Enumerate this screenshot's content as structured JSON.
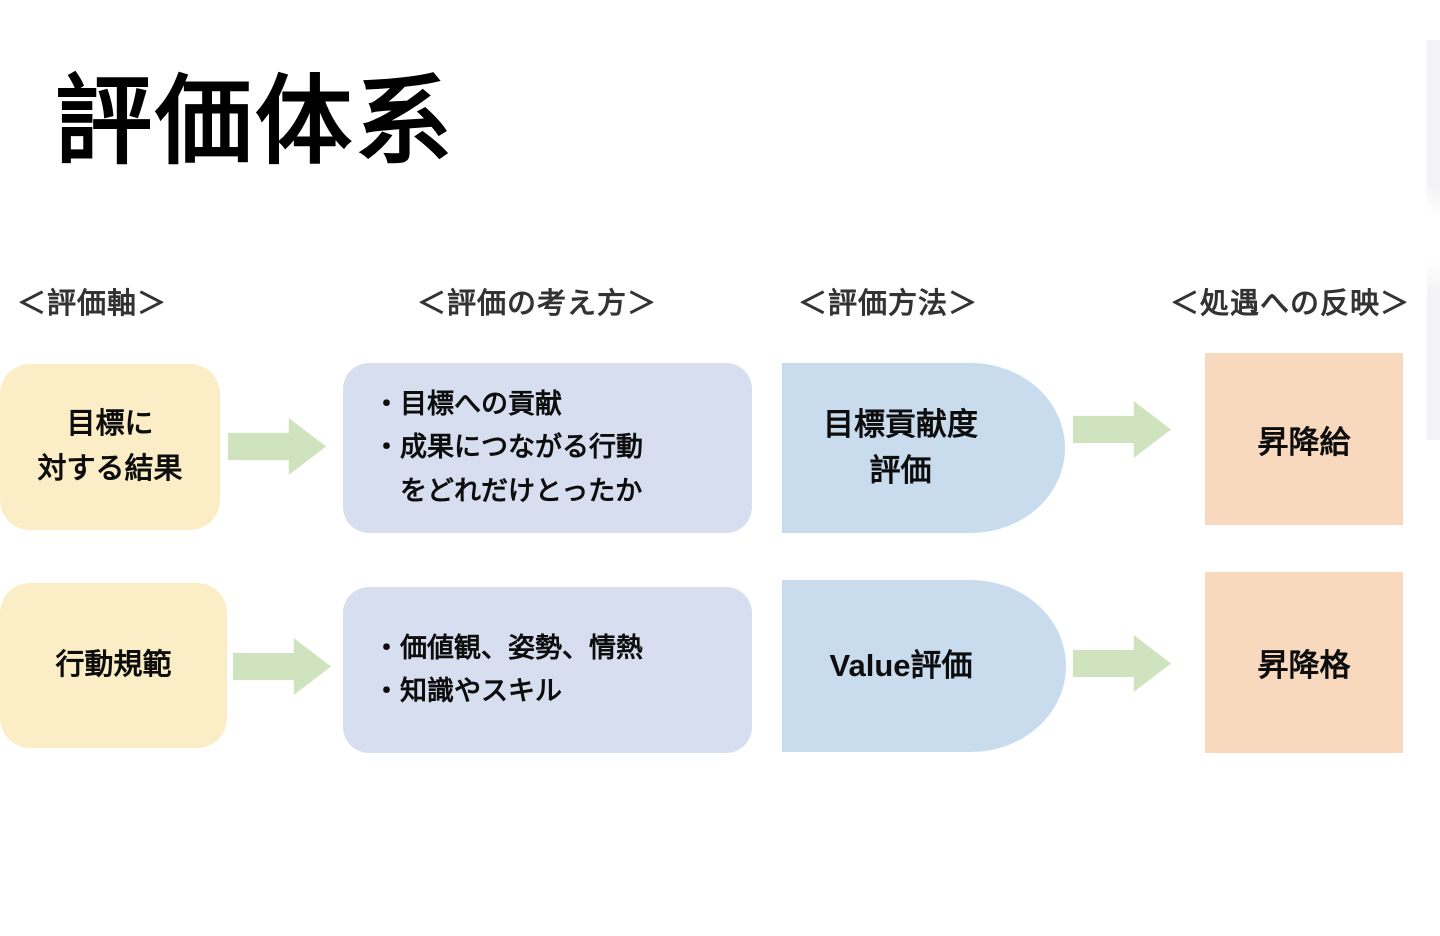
{
  "page": {
    "title": "評価体系"
  },
  "headers": {
    "axis": "＜評価軸＞",
    "approach": "＜評価の考え方＞",
    "method": "＜評価方法＞",
    "treatment": "＜処遇への反映＞"
  },
  "row1": {
    "axis_lines": [
      "目標に",
      "対する結果"
    ],
    "approach_lines": [
      "・目標への貢献",
      "・成果につながる行動",
      "をどれだけとったか"
    ],
    "method_lines": [
      "目標貢献度",
      "評価"
    ],
    "treatment": "昇降給"
  },
  "row2": {
    "axis_lines": [
      "行動規範"
    ],
    "approach_lines": [
      "・価値観、姿勢、情熱",
      "・知識やスキル"
    ],
    "method": "Value評価",
    "treatment": "昇降格"
  },
  "colors": {
    "axis_box": "#FBEEC6",
    "approach_box": "#D6DEEF",
    "method_shape": "#C9DCEE",
    "treatment_box": "#F8D9BE",
    "arrow": "#CFE3BF",
    "title_text": "#000000",
    "header_text": "#333333",
    "body_text": "#0D0D0D"
  }
}
